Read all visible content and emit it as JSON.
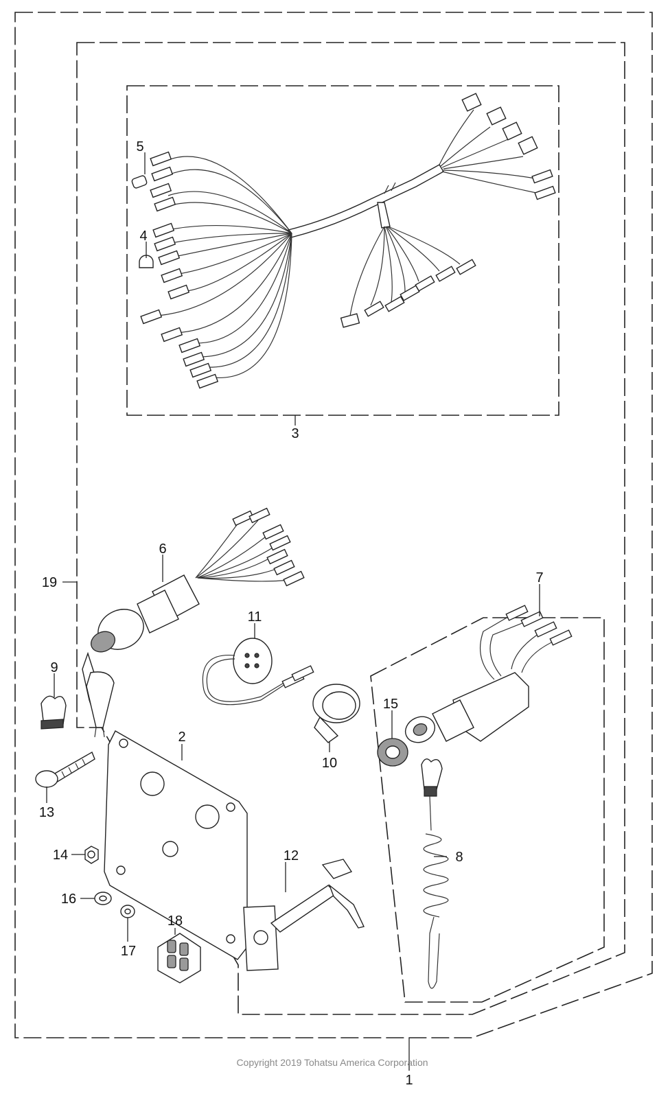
{
  "callouts": {
    "c1": "1",
    "c2": "2",
    "c3": "3",
    "c4": "4",
    "c5": "5",
    "c6": "6",
    "c7": "7",
    "c8": "8",
    "c9": "9",
    "c10": "10",
    "c11": "11",
    "c12": "12",
    "c13": "13",
    "c14": "14",
    "c15": "15",
    "c16": "16",
    "c17": "17",
    "c18": "18",
    "c19": "19"
  },
  "copyright": "Copyright 2019 Tohatsu America Corporation"
}
